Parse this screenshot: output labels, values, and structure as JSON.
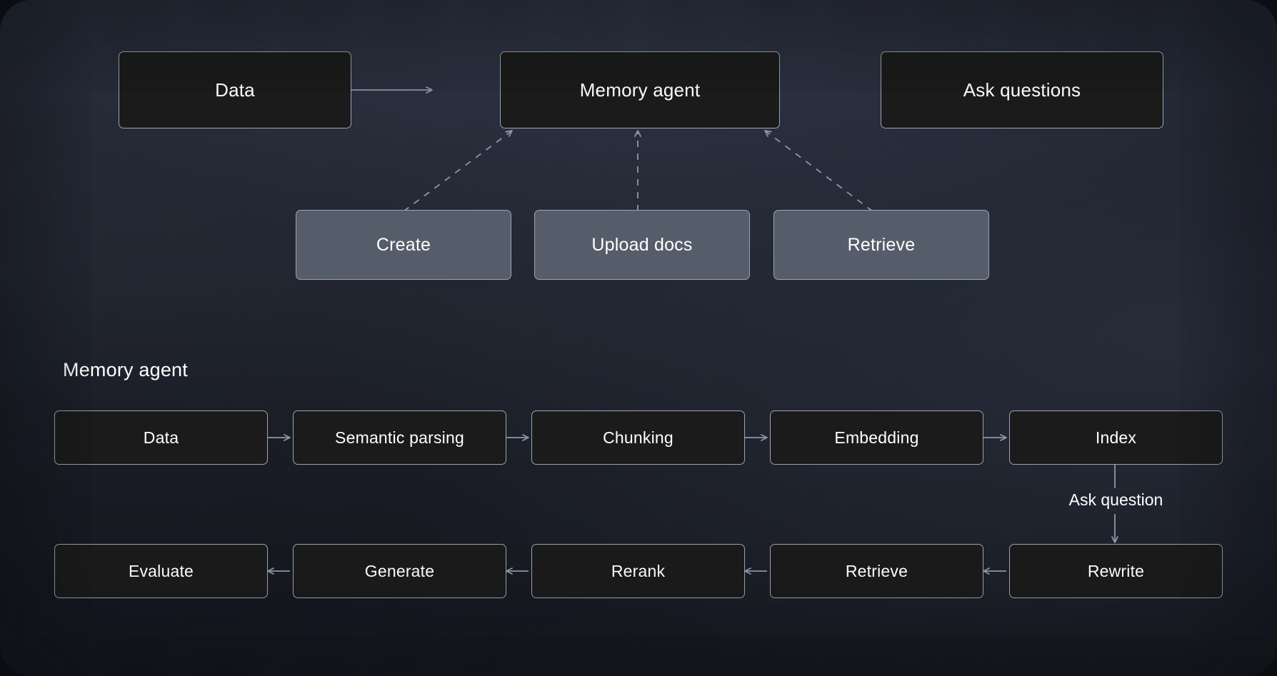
{
  "diagram": {
    "title_label": "Memory agent",
    "top_flow": {
      "nodes": [
        {
          "id": "data",
          "label": "Data",
          "style": "dark"
        },
        {
          "id": "memory-agent",
          "label": "Memory agent",
          "style": "dark"
        },
        {
          "id": "ask-questions",
          "label": "Ask questions",
          "style": "dark"
        }
      ],
      "capability_nodes": [
        {
          "id": "create",
          "label": "Create",
          "style": "light"
        },
        {
          "id": "upload-docs",
          "label": "Upload docs",
          "style": "light"
        },
        {
          "id": "retrieve",
          "label": "Retrieve",
          "style": "light"
        }
      ],
      "edges": [
        {
          "from": "data",
          "to": "memory-agent",
          "style": "solid"
        },
        {
          "from": "ask-questions",
          "to": "memory-agent",
          "style": "solid"
        },
        {
          "from": "create",
          "to": "memory-agent",
          "style": "dashed"
        },
        {
          "from": "upload-docs",
          "to": "memory-agent",
          "style": "dashed"
        },
        {
          "from": "retrieve",
          "to": "memory-agent",
          "style": "dashed"
        }
      ]
    },
    "pipeline": {
      "row_top": [
        {
          "id": "p-data",
          "label": "Data"
        },
        {
          "id": "p-semantic-parsing",
          "label": "Semantic parsing"
        },
        {
          "id": "p-chunking",
          "label": "Chunking"
        },
        {
          "id": "p-embedding",
          "label": "Embedding"
        },
        {
          "id": "p-index",
          "label": "Index"
        }
      ],
      "row_bottom": [
        {
          "id": "p-evaluate",
          "label": "Evaluate"
        },
        {
          "id": "p-generate",
          "label": "Generate"
        },
        {
          "id": "p-rerank",
          "label": "Rerank"
        },
        {
          "id": "p-retrieve",
          "label": "Retrieve"
        },
        {
          "id": "p-rewrite",
          "label": "Rewrite"
        }
      ],
      "connector_label": "Ask question"
    },
    "colors": {
      "node_border": "#9aa3b5",
      "node_fill_dark": "#1c1c1c",
      "node_fill_light": "#565d6a",
      "edge_stroke": "#8e97a9",
      "text": "#ffffff",
      "background_base": "#1b1e26"
    }
  }
}
